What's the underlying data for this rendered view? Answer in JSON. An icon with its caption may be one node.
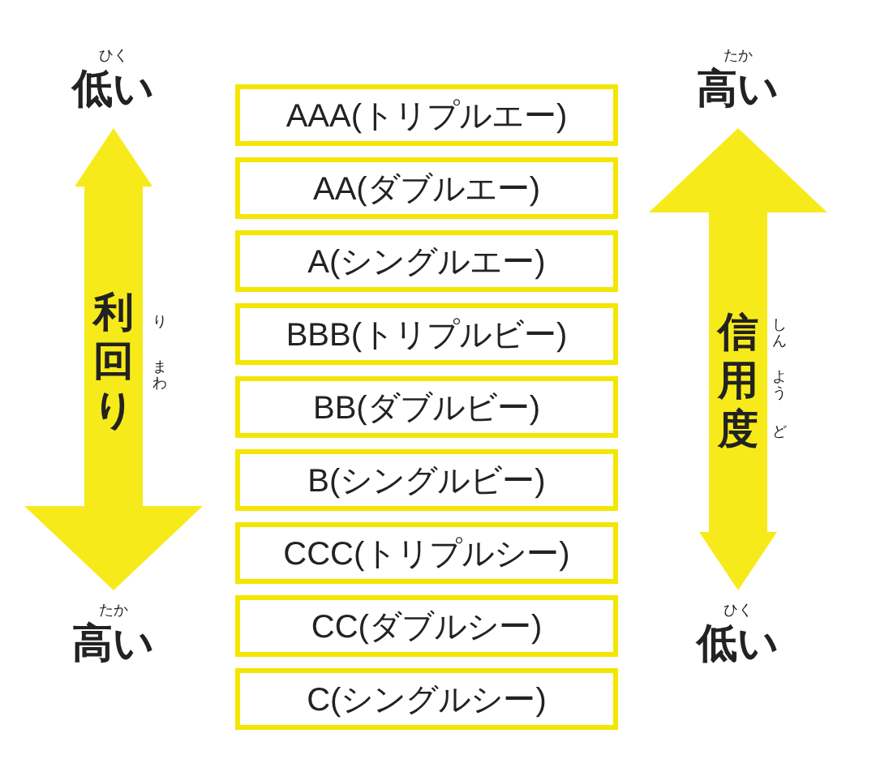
{
  "diagram": {
    "nodes": [
      {
        "text": [
          "AAA(トリプルエー)"
        ]
      },
      {
        "text": [
          "AA(ダブルエー)"
        ]
      },
      {
        "text": [
          "A(シングルエー)"
        ]
      },
      {
        "text": [
          "BBB(トリプルビー)"
        ]
      },
      {
        "text": [
          "BB(ダブルビー)"
        ]
      },
      {
        "text": [
          "B(シングルビー)"
        ]
      },
      {
        "text": [
          "CCC(トリプルシー)"
        ]
      },
      {
        "text": [
          "CC(ダブルシー)"
        ]
      },
      {
        "text": [
          "C(シングルシー)"
        ]
      },
      {
        "text": [
          "低い"
        ],
        "beside": [
          "ひく"
        ]
      },
      {
        "text": [
          "高い"
        ],
        "beside": [
          "たか"
        ]
      },
      {
        "text": [
          "高い"
        ],
        "beside": [
          "たか"
        ]
      },
      {
        "text": [
          "低い"
        ],
        "beside": [
          "ひく"
        ]
      }
    ],
    "edges": [
      {
        "from": 9,
        "to": 10,
        "arrow": "both",
        "label": "利回り"
      },
      {
        "from": 11,
        "to": 12,
        "arrow": "both",
        "label": "信用度"
      }
    ],
    "labels": [
      "り",
      "まわ",
      "しん",
      "よう",
      "ど"
    ]
  }
}
